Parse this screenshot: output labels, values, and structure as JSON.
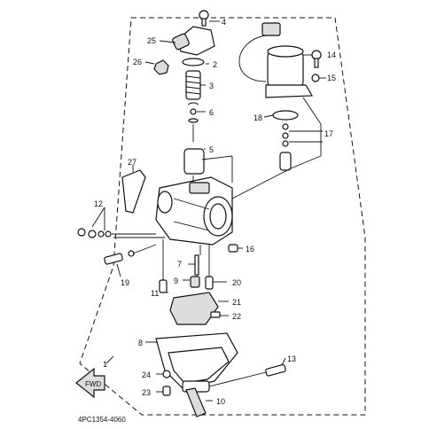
{
  "diagram": {
    "code": "4PC1354-4060",
    "fwd_label": "FWD",
    "callouts": [
      "1",
      "2",
      "3",
      "4",
      "5",
      "6",
      "7",
      "8",
      "9",
      "10",
      "11",
      "12",
      "13",
      "14",
      "15",
      "16",
      "17",
      "18",
      "19",
      "20",
      "21",
      "22",
      "23",
      "24",
      "25",
      "26",
      "27"
    ]
  }
}
